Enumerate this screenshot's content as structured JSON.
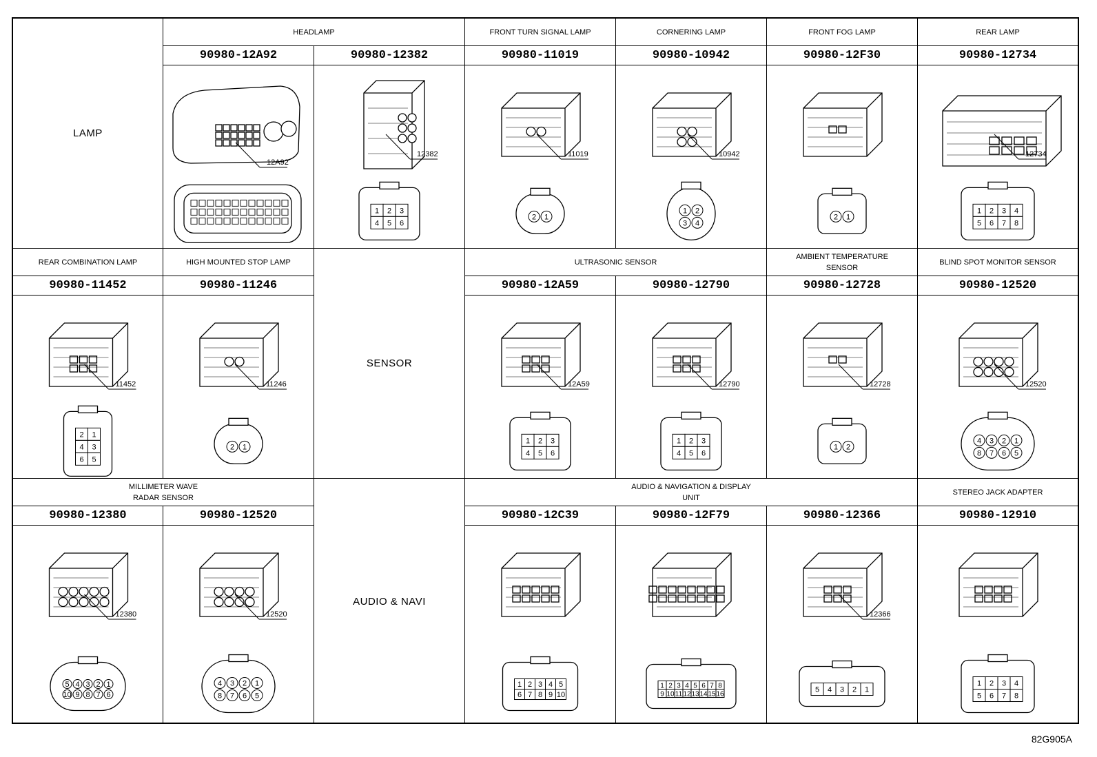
{
  "categories": {
    "lamp": "LAMP",
    "sensor": "SENSOR",
    "audio_navi": "AUDIO & NAVI"
  },
  "rows": [
    {
      "groups": [
        {
          "name": "HEADLAMP"
        },
        {
          "name": "FRONT TURN SIGNAL LAMP"
        },
        {
          "name": "CORNERING LAMP"
        },
        {
          "name": "FRONT FOG LAMP"
        },
        {
          "name": "REAR LAMP"
        }
      ],
      "connectors": [
        {
          "part_number": "90980-12A92",
          "callout": "12A92",
          "pins": []
        },
        {
          "part_number": "90980-12382",
          "callout": "12382",
          "pins": [
            "1",
            "2",
            "3",
            "4",
            "5",
            "6"
          ]
        },
        {
          "part_number": "90980-11019",
          "callout": "11019",
          "pins": [
            "2",
            "1"
          ]
        },
        {
          "part_number": "90980-10942",
          "callout": "10942",
          "pins": [
            "1",
            "2",
            "3",
            "4"
          ]
        },
        {
          "part_number": "90980-12F30",
          "callout": "",
          "pins": [
            "2",
            "1"
          ]
        },
        {
          "part_number": "90980-12734",
          "callout": "12734",
          "pins": [
            "1",
            "2",
            "3",
            "4",
            "5",
            "6",
            "7",
            "8"
          ]
        }
      ]
    },
    {
      "groups": [
        {
          "name": "REAR COMBINATION LAMP"
        },
        {
          "name": "HIGH MOUNTED STOP LAMP"
        },
        {
          "name": "ULTRASONIC SENSOR"
        },
        {
          "name": "AMBIENT TEMPERATURE\nSENSOR"
        },
        {
          "name": "BLIND SPOT MONITOR SENSOR"
        }
      ],
      "connectors": [
        {
          "part_number": "90980-11452",
          "callout": "11452",
          "pins": [
            "2",
            "1",
            "4",
            "3",
            "6",
            "5"
          ]
        },
        {
          "part_number": "90980-11246",
          "callout": "11246",
          "pins": [
            "2",
            "1"
          ]
        },
        {
          "part_number": "90980-12A59",
          "callout": "12A59",
          "pins": [
            "1",
            "2",
            "3",
            "4",
            "5",
            "6"
          ]
        },
        {
          "part_number": "90980-12790",
          "callout": "12790",
          "pins": [
            "1",
            "2",
            "3",
            "4",
            "5",
            "6"
          ]
        },
        {
          "part_number": "90980-12728",
          "callout": "12728",
          "pins": [
            "1",
            "2"
          ]
        },
        {
          "part_number": "90980-12520",
          "callout": "12520",
          "pins": [
            "4",
            "3",
            "2",
            "1",
            "8",
            "7",
            "6",
            "5"
          ]
        }
      ]
    },
    {
      "groups": [
        {
          "name": "MILLIMETER WAVE\nRADAR SENSOR"
        },
        {
          "name": "AUDIO & NAVIGATION & DISPLAY\nUNIT"
        },
        {
          "name": "STEREO JACK ADAPTER"
        }
      ],
      "connectors": [
        {
          "part_number": "90980-12380",
          "callout": "12380",
          "pins": [
            "5",
            "4",
            "3",
            "2",
            "1",
            "10",
            "9",
            "8",
            "7",
            "6"
          ]
        },
        {
          "part_number": "90980-12520",
          "callout": "12520",
          "pins": [
            "4",
            "3",
            "2",
            "1",
            "8",
            "7",
            "6",
            "5"
          ]
        },
        {
          "part_number": "90980-12C39",
          "callout": "",
          "pins": [
            "1",
            "2",
            "3",
            "4",
            "5",
            "6",
            "7",
            "8",
            "9",
            "10"
          ]
        },
        {
          "part_number": "90980-12F79",
          "callout": "",
          "pins": [
            "1",
            "2",
            "3",
            "4",
            "5",
            "6",
            "7",
            "8",
            "9",
            "10",
            "11",
            "12",
            "13",
            "14",
            "15",
            "16"
          ]
        },
        {
          "part_number": "90980-12366",
          "callout": "12366",
          "pins": [
            "5",
            "4",
            "3",
            "2",
            "1"
          ]
        },
        {
          "part_number": "90980-12910",
          "callout": "",
          "pins": [
            "1",
            "2",
            "3",
            "4",
            "5",
            "6",
            "7",
            "8"
          ]
        }
      ]
    }
  ],
  "drawing_code": "82G905A"
}
